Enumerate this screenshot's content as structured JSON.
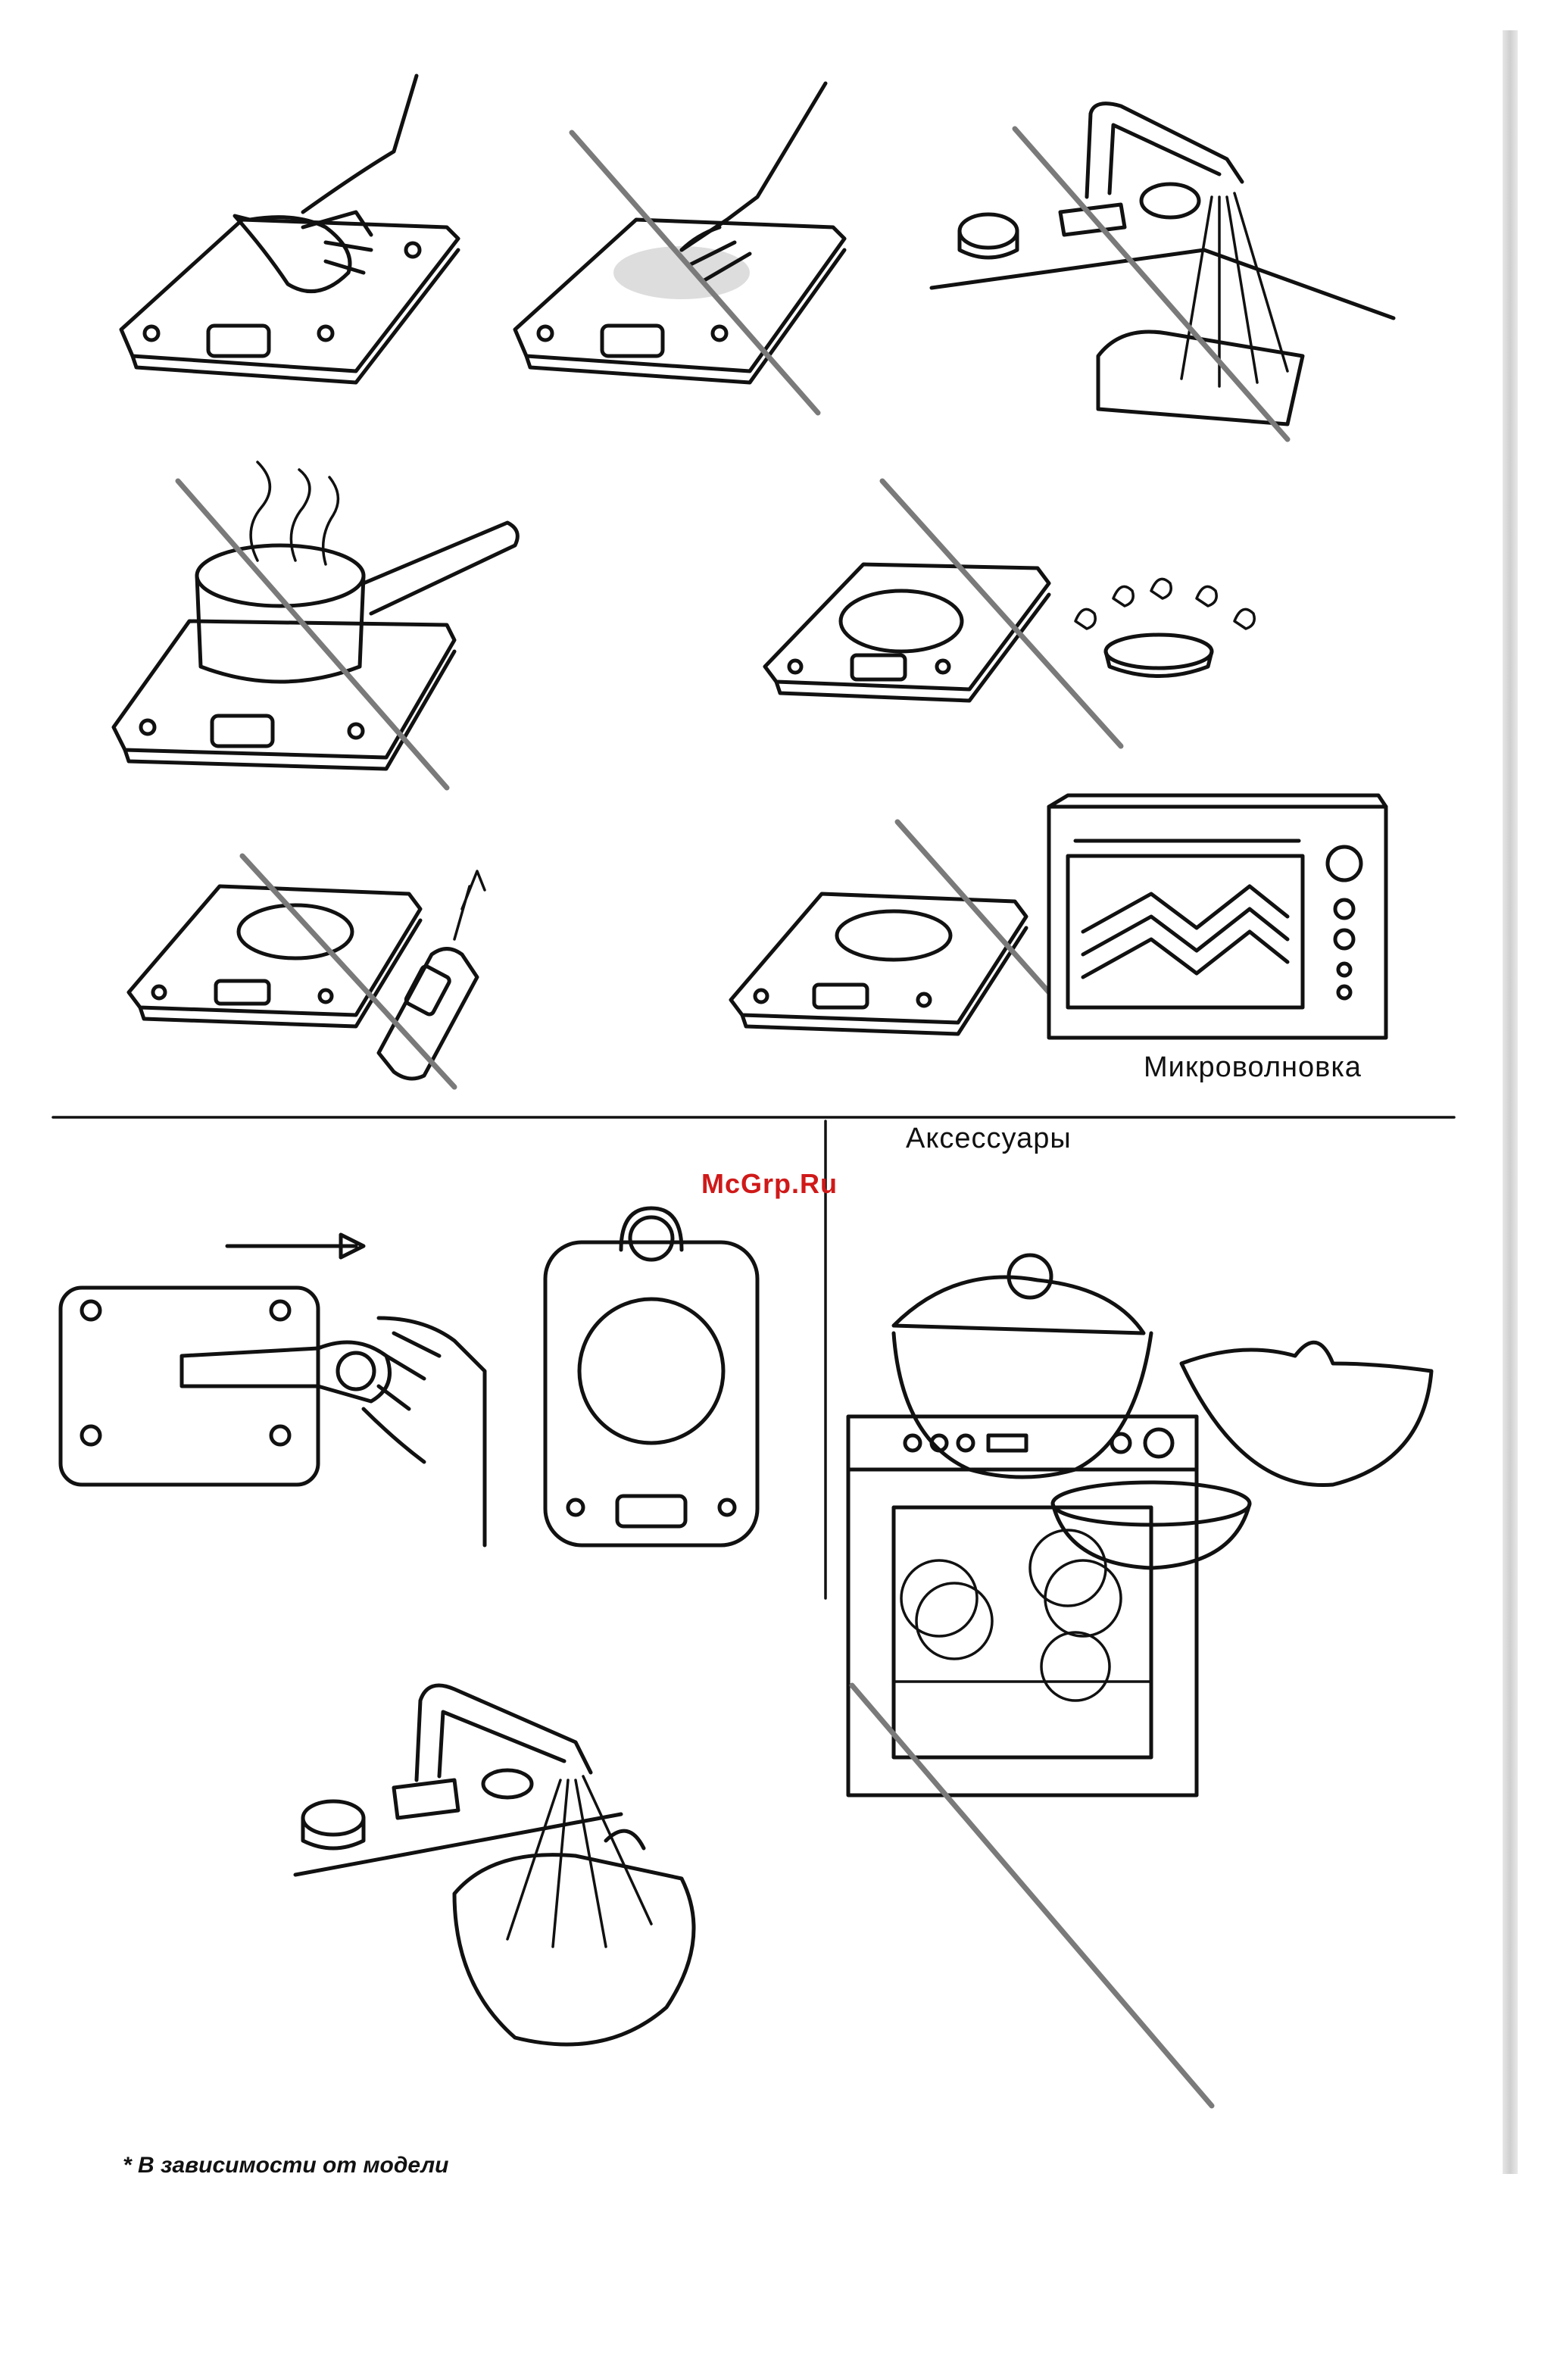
{
  "labels": {
    "microwave": "Микроволновка",
    "accessories": "Аксессуары",
    "watermark": "McGrp.Ru",
    "footnote": "* В зависимости от модели"
  },
  "icons": [
    "wipe-cloth-icon",
    "no-abrasive-icon",
    "no-running-water-icon",
    "no-empty-pan-icon",
    "no-gas-flame-icon",
    "no-mobile-phone-icon",
    "no-microwave-icon",
    "remove-handle-icon",
    "hang-plate-icon",
    "accessories-bowls-icon",
    "rinse-bowl-icon",
    "no-dishwasher-icon"
  ],
  "colors": {
    "watermark": "#d01919",
    "line": "#111111",
    "prohibition": "#7a7a7a"
  }
}
